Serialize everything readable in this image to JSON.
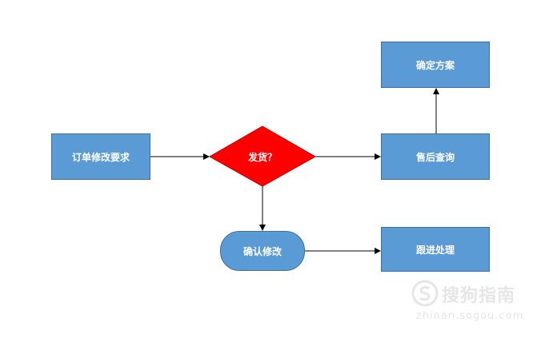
{
  "nodes": {
    "order_request": "订单修改要求",
    "shipped_decision": "发货？",
    "after_sales_query": "售后查询",
    "confirm_plan": "确定方案",
    "confirm_modify": "确认修改",
    "follow_up": "跟进处理"
  },
  "colors": {
    "box_fill": "#5b9bd5",
    "box_border": "#41719c",
    "decision_fill": "#ff0000",
    "arrow": "#000000"
  },
  "watermark": {
    "text": "搜狗指南",
    "url": "zhinan.sogou.com"
  }
}
